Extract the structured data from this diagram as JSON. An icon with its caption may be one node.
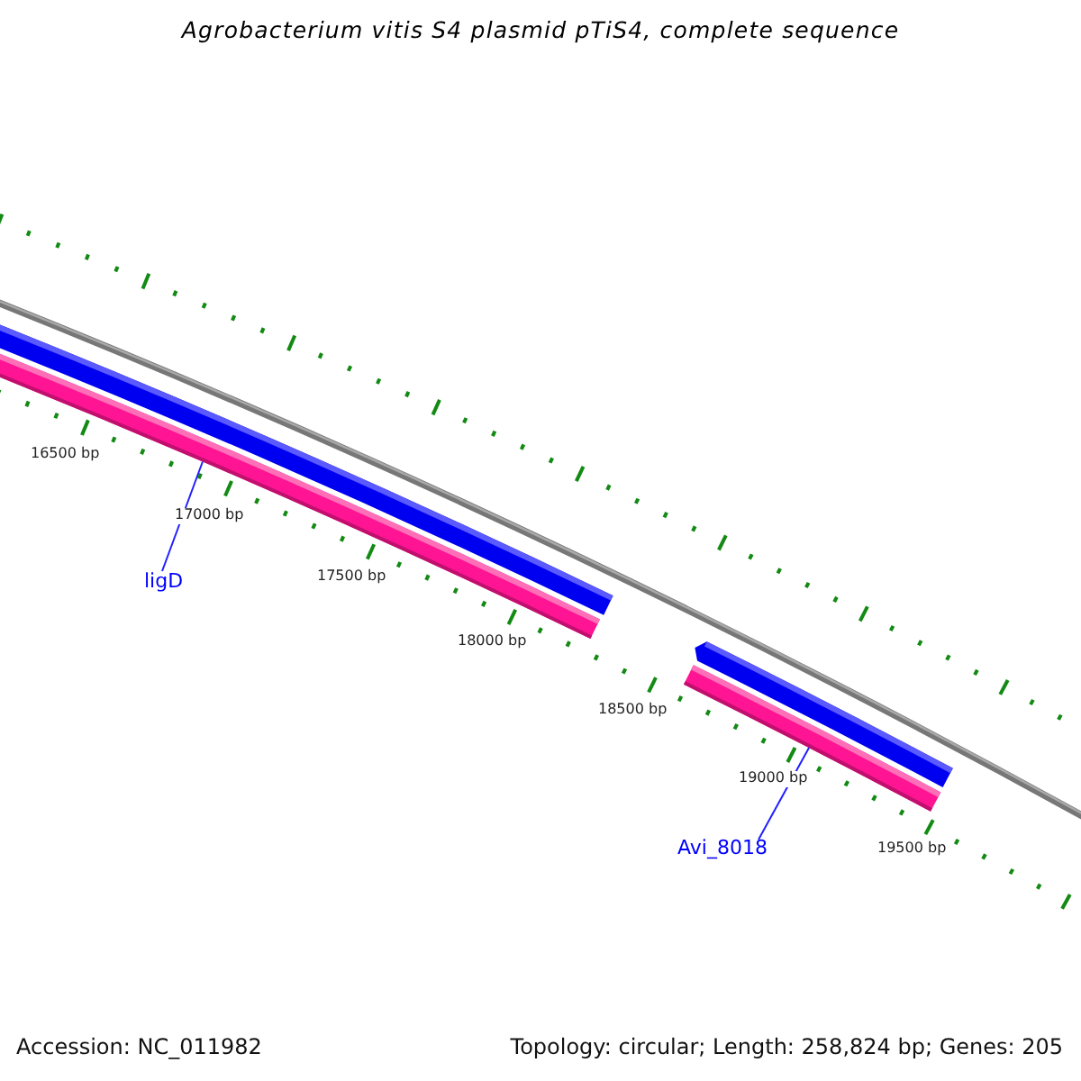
{
  "diagram": {
    "title": "Agrobacterium vitis S4 plasmid pTiS4, complete sequence",
    "nodes": [
      {
        "text": [
          "ligD"
        ]
      },
      {
        "text": [
          "Avi_8018"
        ]
      },
      {
        "text": [],
        "shape": "bar"
      },
      {
        "text": [],
        "shape": "bar"
      }
    ],
    "edges": [
      {
        "from": 0,
        "to": 2,
        "arrow": "none"
      },
      {
        "from": 1,
        "to": 3,
        "arrow": "none"
      }
    ],
    "labels": [
      "16500 bp",
      "17000 bp",
      "17500 bp",
      "18000 bp",
      "18500 bp",
      "19000 bp",
      "19500 bp",
      "Accession: NC_011982",
      "Topology: circular; Length: 258,824 bp; Genes: 205"
    ]
  }
}
